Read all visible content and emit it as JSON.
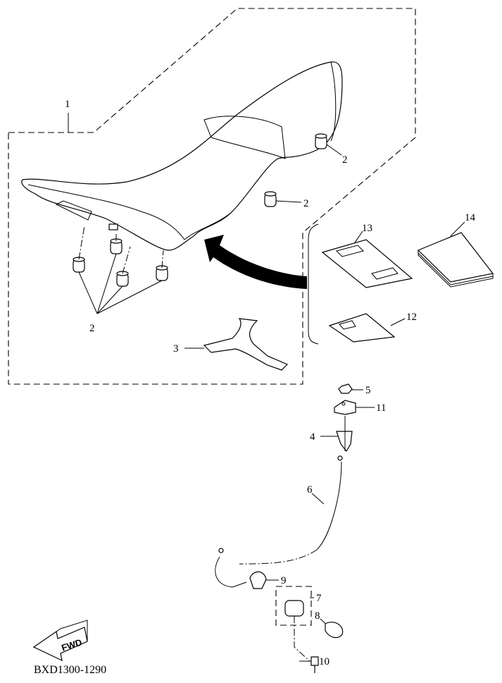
{
  "diagram": {
    "code": "BXD1300-1290",
    "fwd_label": "FWD",
    "callouts": {
      "seat": "1",
      "damper_a": "2",
      "damper_b": "2",
      "damper_group": "2",
      "strap": "3",
      "bracket": "4",
      "nut": "5",
      "cable": "6",
      "lock_assy": "7",
      "cap": "8",
      "holder": "9",
      "screw": "10",
      "plate": "11",
      "bag": "12",
      "manual_case": "13",
      "manual": "14"
    }
  }
}
